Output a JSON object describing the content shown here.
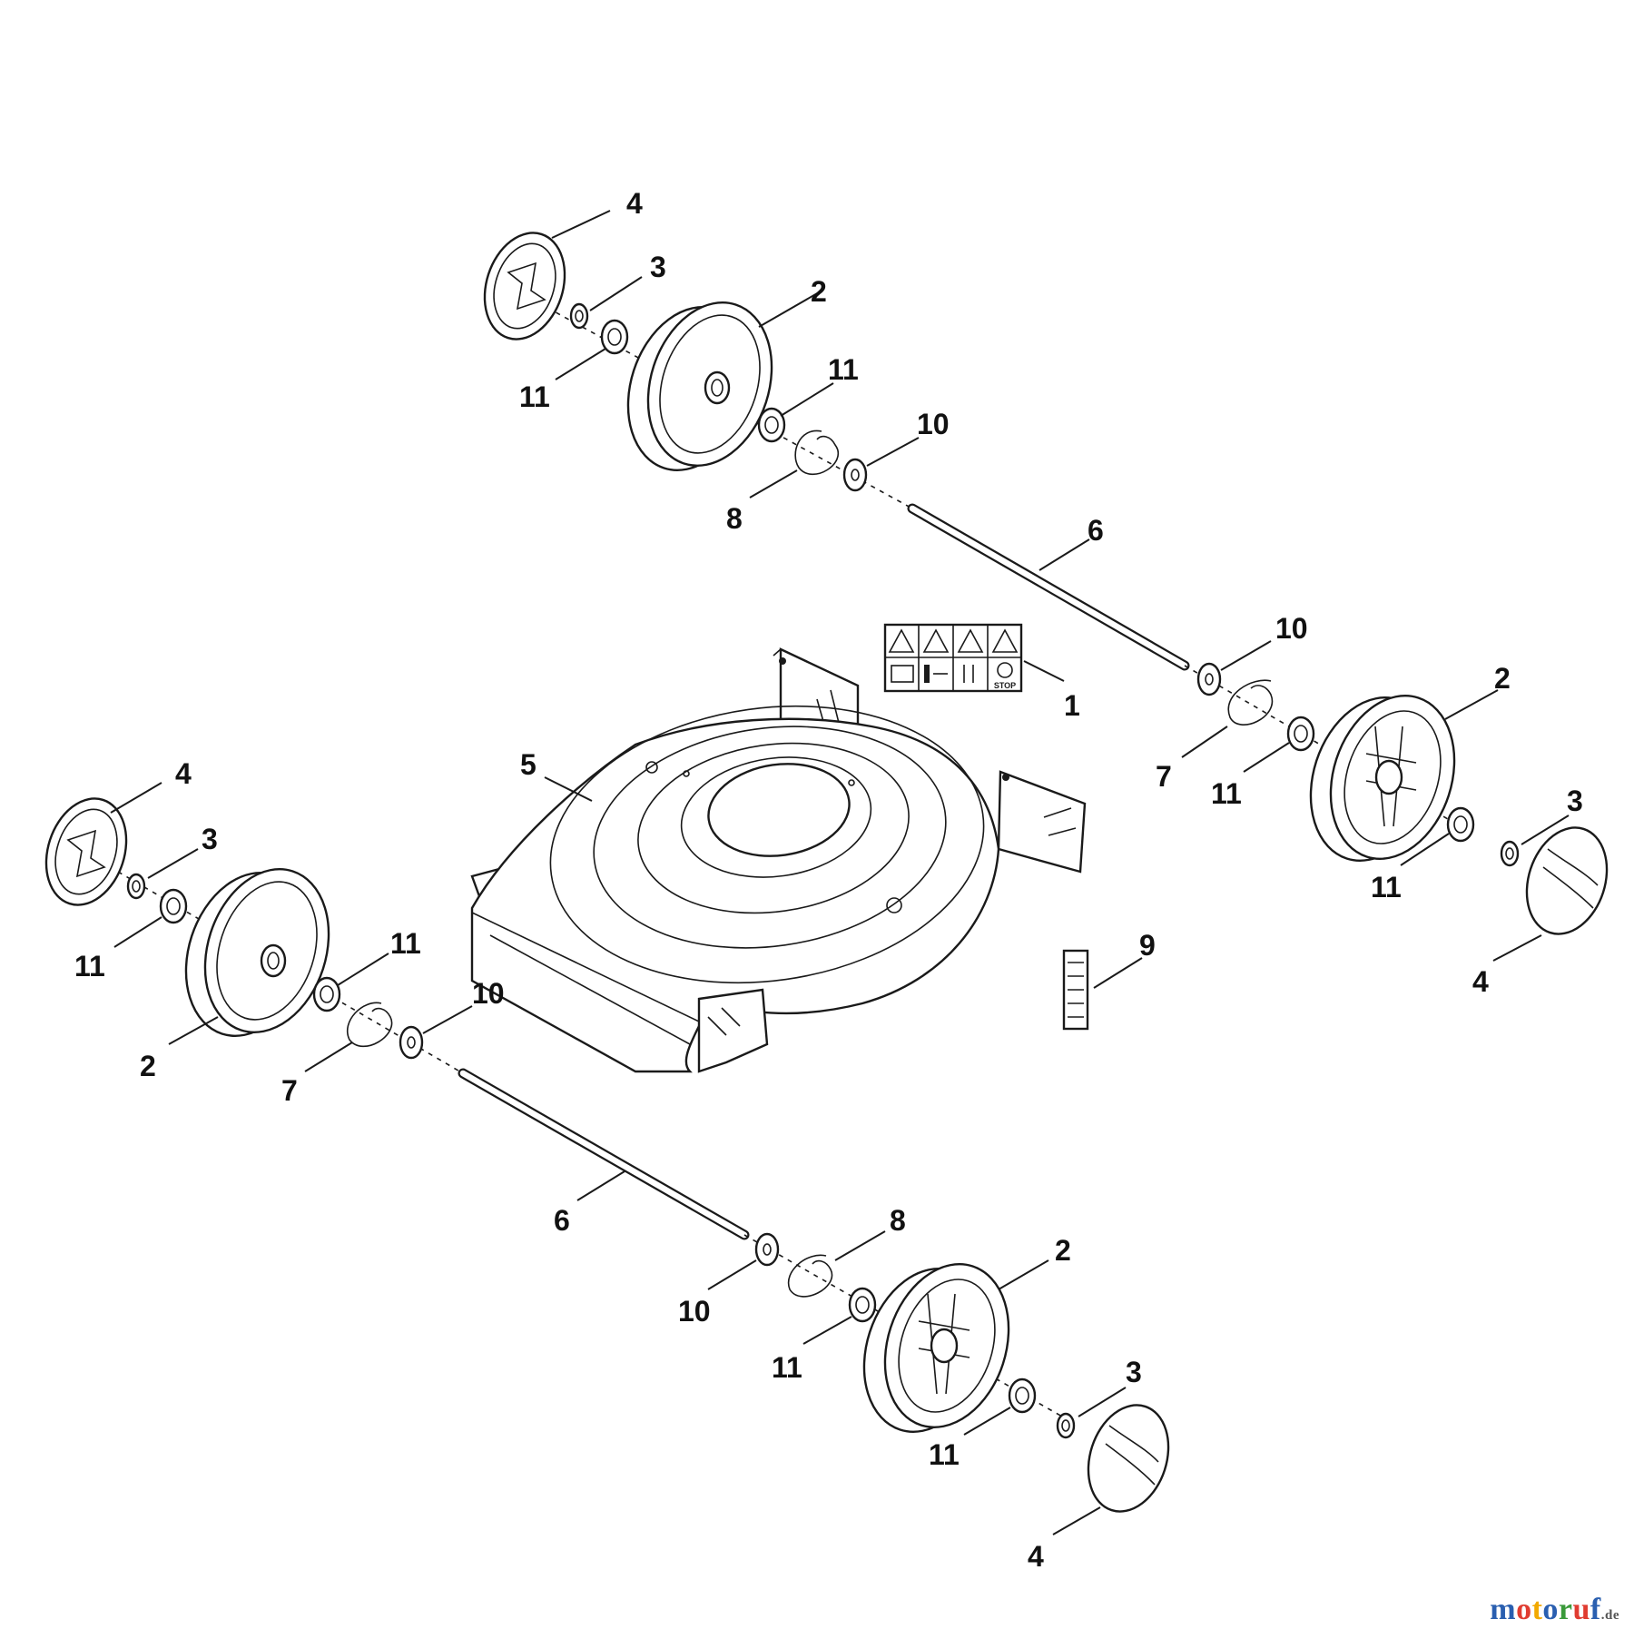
{
  "diagram": {
    "parts": [
      {
        "number": "1",
        "name": "safety-label"
      },
      {
        "number": "2",
        "name": "wheel"
      },
      {
        "number": "3",
        "name": "washer"
      },
      {
        "number": "4",
        "name": "hub-cap"
      },
      {
        "number": "5",
        "name": "mower-deck"
      },
      {
        "number": "6",
        "name": "axle"
      },
      {
        "number": "7",
        "name": "retaining-clip"
      },
      {
        "number": "8",
        "name": "retaining-clip"
      },
      {
        "number": "9",
        "name": "height-label"
      },
      {
        "number": "10",
        "name": "washer"
      },
      {
        "number": "11",
        "name": "bearing"
      }
    ],
    "callouts": {
      "tl_4": "4",
      "tl_3": "3",
      "tl_2": "2",
      "tl_11a": "11",
      "tl_11b": "11",
      "tl_10": "10",
      "tl_8": "8",
      "top_6": "6",
      "label_1": "1",
      "r_10": "10",
      "r_2": "2",
      "r_7": "7",
      "r_11a": "11",
      "r_3": "3",
      "r_11b": "11",
      "r_4": "4",
      "deck_5": "5",
      "label_9": "9",
      "l_4": "4",
      "l_3": "3",
      "l_11a": "11",
      "l_11b": "11",
      "l_2": "2",
      "l_10": "10",
      "l_7": "7",
      "bot_6": "6",
      "b_10": "10",
      "b_8": "8",
      "b_2": "2",
      "b_11a": "11",
      "b_11b": "11",
      "b_3": "3",
      "b_4": "4"
    },
    "label_text": "STOP"
  },
  "watermark": {
    "letters": [
      "m",
      "o",
      "t",
      "o",
      "r",
      "u",
      "f"
    ],
    "tld": ".de",
    "colors": [
      "#2a5fb0",
      "#e03c31",
      "#f2a900",
      "#2a5fb0",
      "#3a9a3a",
      "#e03c31",
      "#2a5fb0"
    ]
  }
}
